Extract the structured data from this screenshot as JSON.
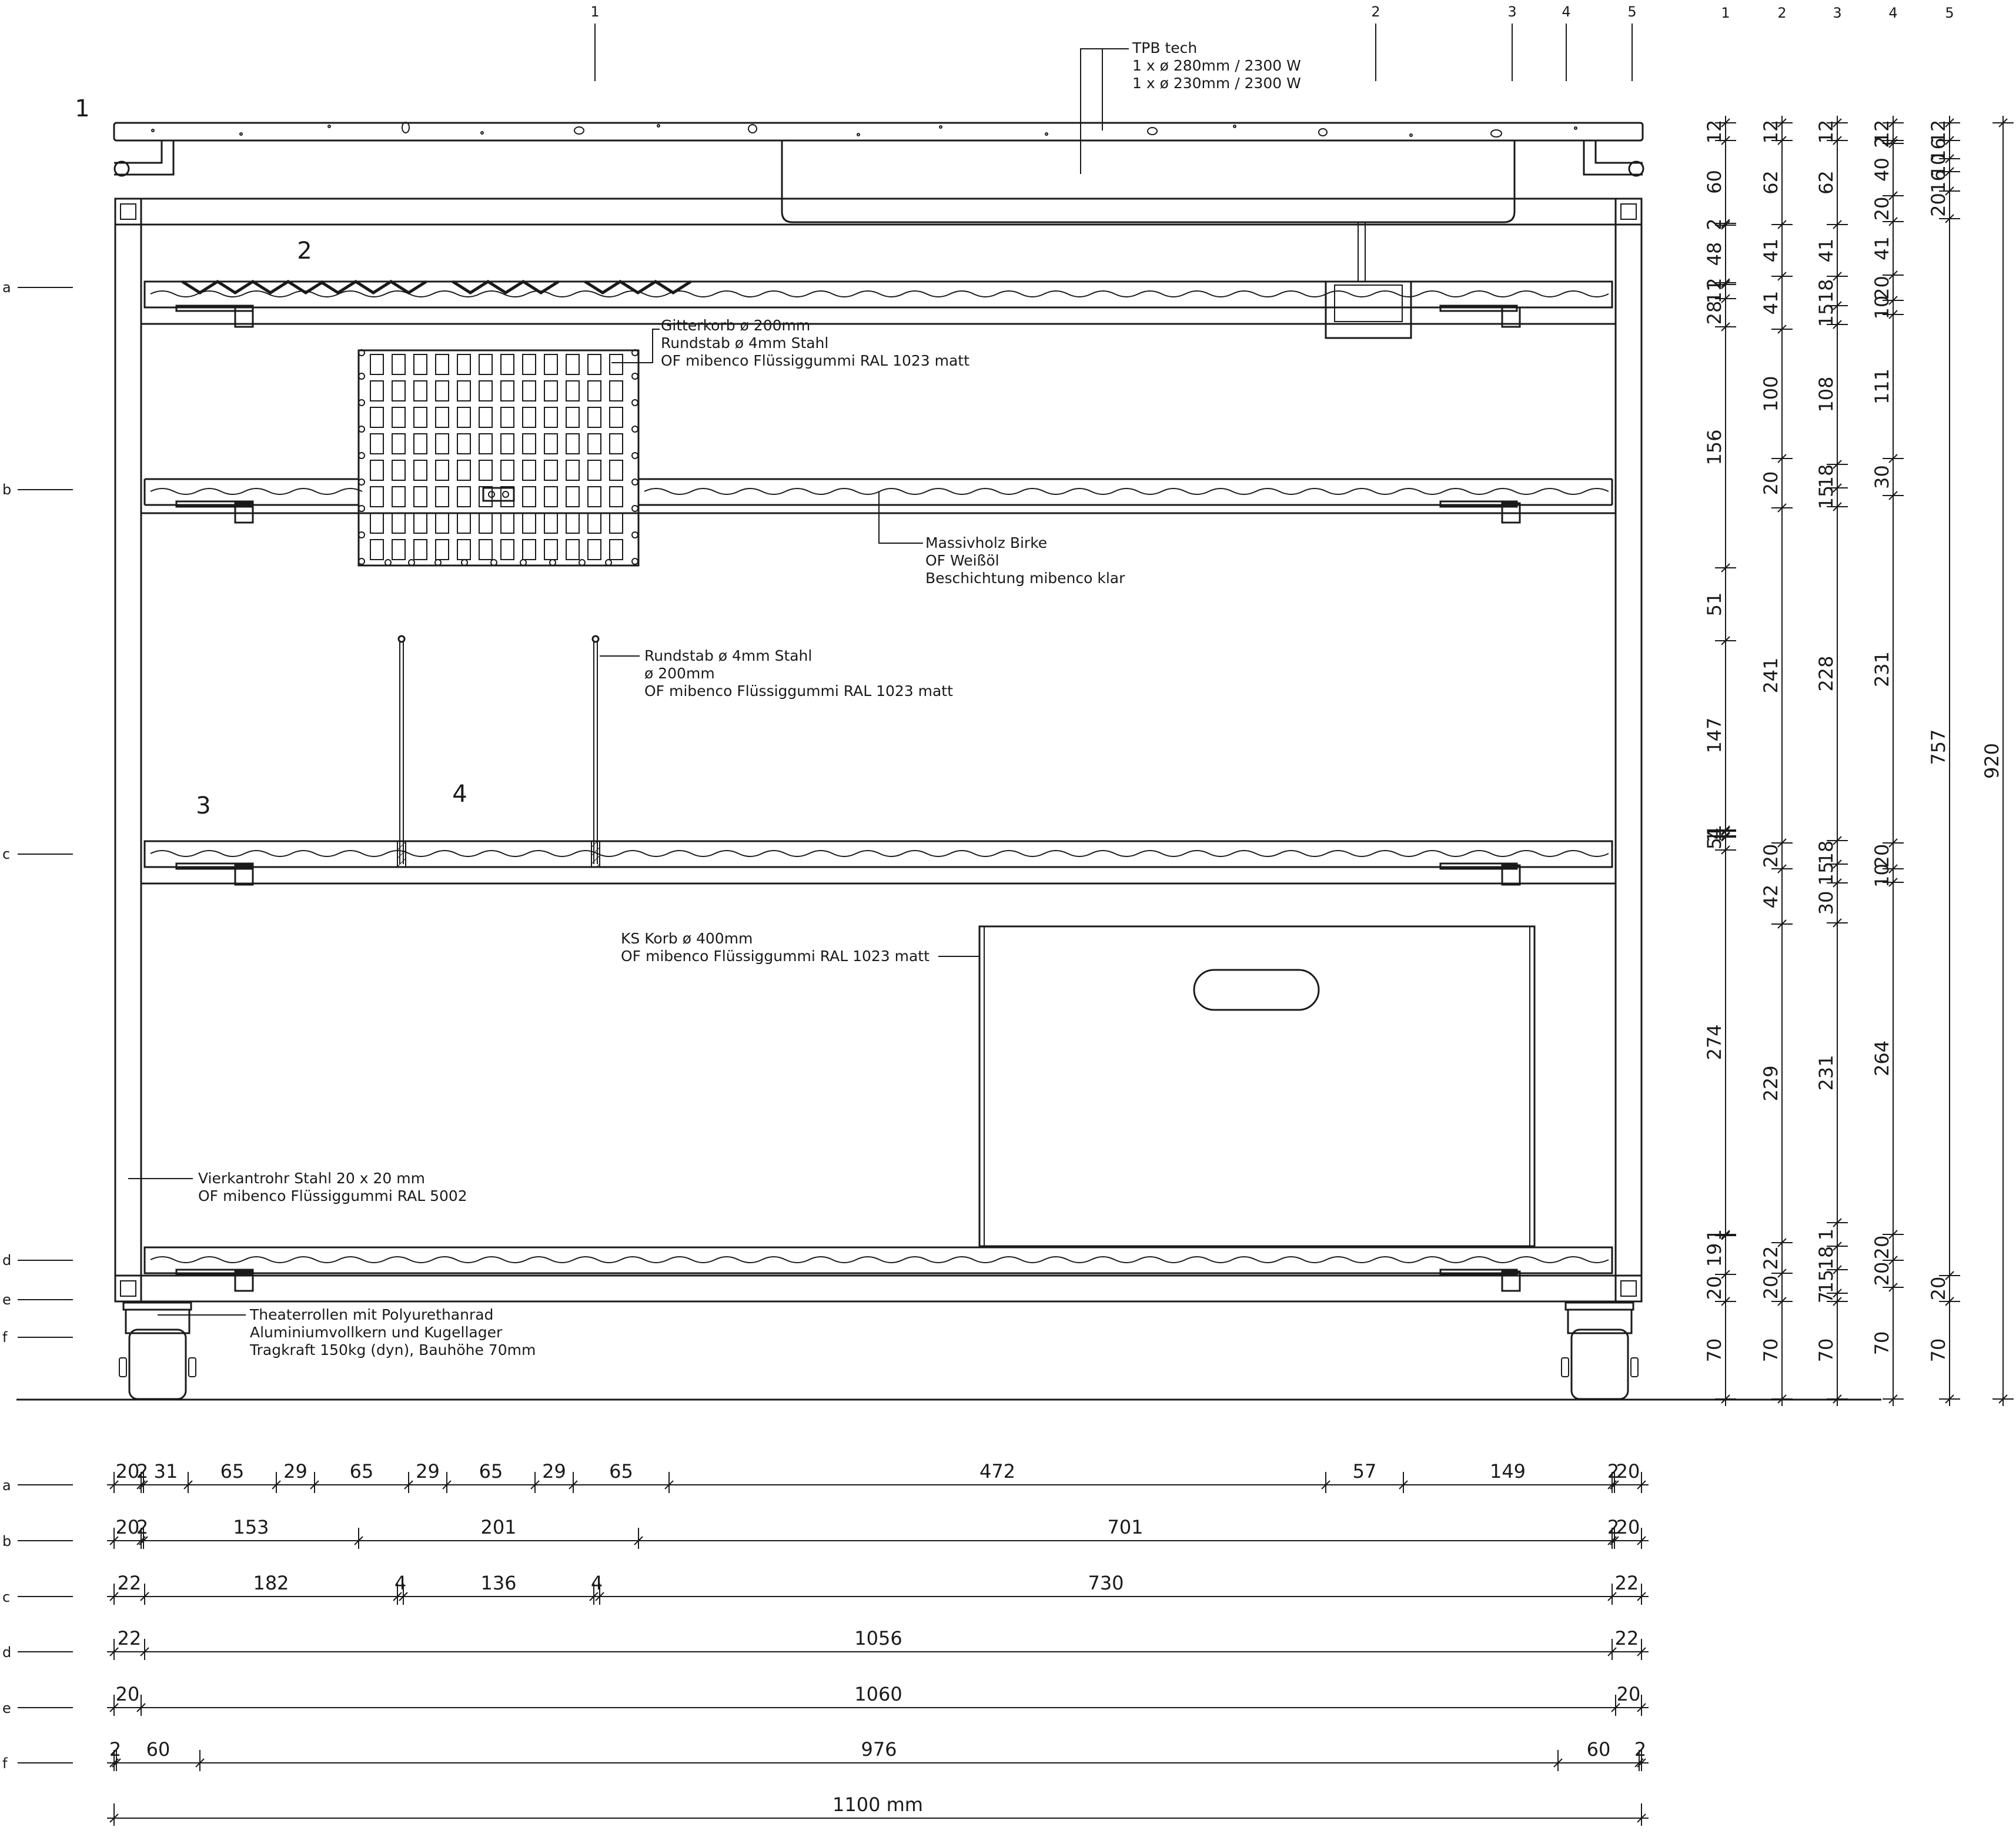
{
  "column_refs": [
    "1",
    "2",
    "3",
    "4",
    "5"
  ],
  "right_column_refs": [
    "1",
    "2",
    "3",
    "4",
    "5"
  ],
  "row_refs": [
    "a",
    "b",
    "c",
    "d",
    "e",
    "f"
  ],
  "part_numbers": [
    "1",
    "2",
    "3",
    "4"
  ],
  "notes": {
    "tpb": [
      "TPB tech",
      "1 x ø 280mm / 2300 W",
      "1 x ø 230mm / 2300 W"
    ],
    "gitterkorb": [
      "Gitterkorb ø 200mm",
      "Rundstab ø 4mm Stahl",
      "OF mibenco Flüssiggummi RAL 1023 matt"
    ],
    "massivholz": [
      "Massivholz Birke",
      "OF Weißöl",
      "Beschichtung mibenco klar"
    ],
    "rundstab": [
      "Rundstab ø 4mm Stahl",
      "ø 200mm",
      "OF mibenco Flüssiggummi RAL 1023 matt"
    ],
    "ks_korb": [
      "KS Korb ø 400mm",
      "OF mibenco Flüssiggummi  RAL 1023 matt"
    ],
    "vierkantrohr": [
      "Vierkantrohr Stahl 20 x 20 mm",
      "OF mibenco Flüssiggummi RAL 5002"
    ],
    "theaterrollen": [
      "Theaterrollen mit Polyurethanrad",
      "Aluminiumvollkern und Kugellager",
      "Tragkraft 150kg (dyn), Bauhöhe 70mm"
    ]
  },
  "vertical_dims": {
    "col1": [
      "12",
      "60",
      "2",
      "48",
      "2",
      "11",
      "28",
      "156",
      "51",
      "147",
      "1",
      "4",
      "1",
      "5",
      "274",
      "1",
      "19",
      "20",
      "70"
    ],
    "col2": [
      "12",
      "62",
      "41",
      "41",
      "100",
      "20",
      "241",
      "20",
      "42",
      "229",
      "22",
      "20",
      "70"
    ],
    "col3": [
      "12",
      "62",
      "41",
      "18",
      "15",
      "108",
      "18",
      "15",
      "228",
      "18",
      "15",
      "30",
      "231",
      "1",
      "18",
      "15",
      "7",
      "70"
    ],
    "col4": [
      "12",
      "2",
      "40",
      "20",
      "41",
      "20",
      "10",
      "111",
      "30",
      "231",
      "20",
      "10",
      "264",
      "20",
      "20",
      "70"
    ],
    "col5": [
      "12",
      "16",
      "10",
      "16",
      "20",
      "757",
      "20",
      "70"
    ],
    "col6": [
      "920"
    ]
  },
  "horizontal_dims": {
    "a": [
      "20",
      "2",
      "31",
      "65",
      "29",
      "65",
      "29",
      "65",
      "29",
      "65",
      "472",
      "57",
      "149",
      "2",
      "20"
    ],
    "b": [
      "20",
      "2",
      "153",
      "201",
      "701",
      "2",
      "20"
    ],
    "c": [
      "22",
      "182",
      "4",
      "136",
      "4",
      "730",
      "22"
    ],
    "d": [
      "22",
      "1056",
      "22"
    ],
    "e": [
      "20",
      "1060",
      "20"
    ],
    "f": [
      "2",
      "60",
      "976",
      "60",
      "2"
    ],
    "total": "1100 mm"
  }
}
